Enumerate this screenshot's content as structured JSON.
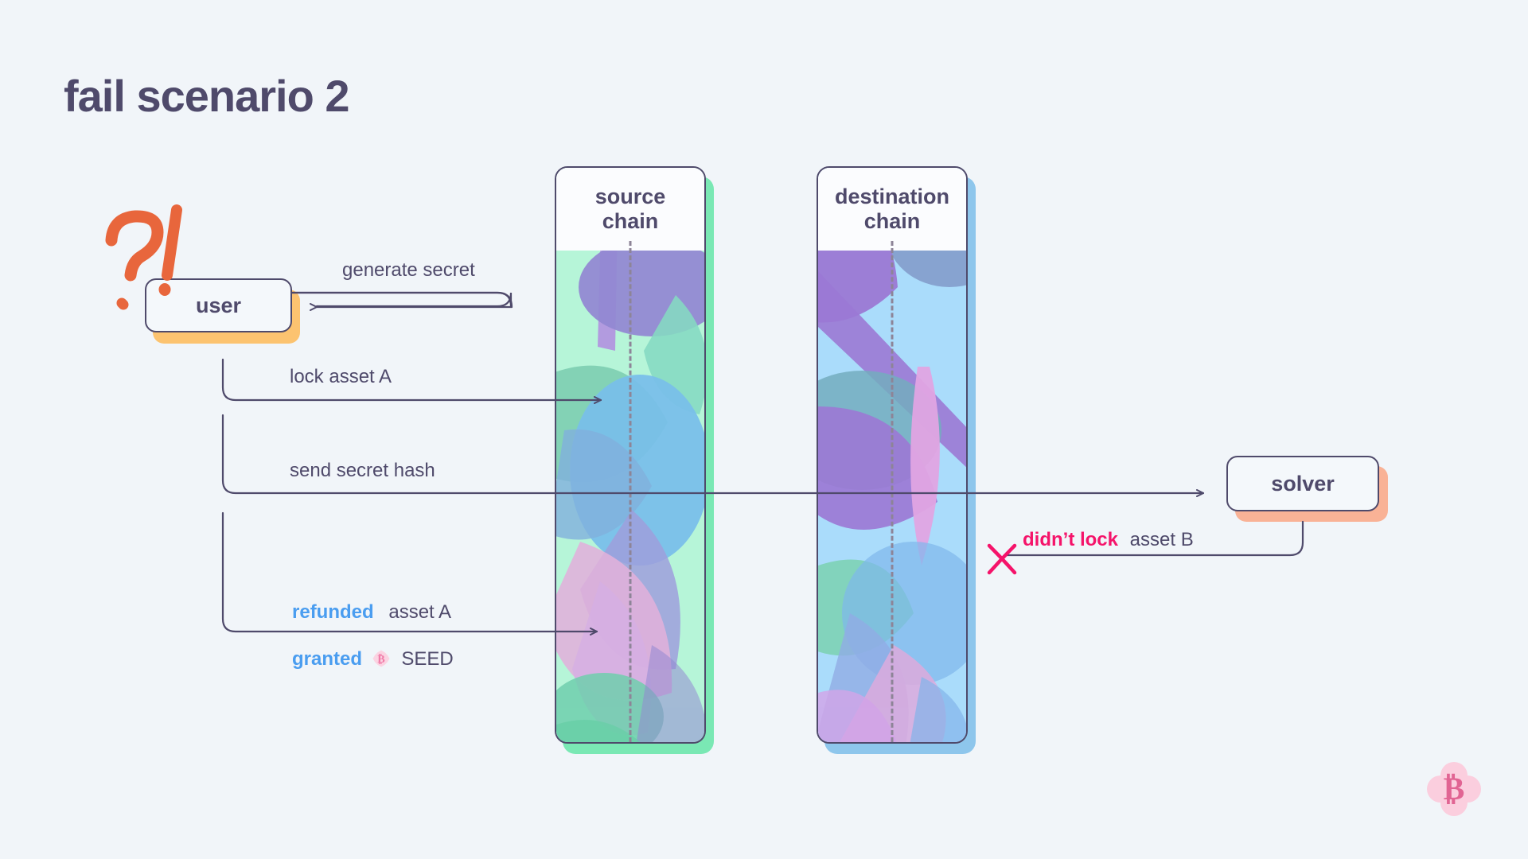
{
  "page": {
    "title": "fail scenario 2",
    "background_color": "#f1f5f9",
    "ink_color": "#4f4a6b"
  },
  "nodes": {
    "user": {
      "label": "user",
      "shadow_color": "#fcc370"
    },
    "solver": {
      "label": "solver",
      "shadow_color": "#f9b296"
    }
  },
  "chains": [
    {
      "name": "source-chain",
      "line1": "source",
      "line2": "chain",
      "shadow_color": "#7ae8b4",
      "art_base": "#b6f5d8"
    },
    {
      "name": "destination-chain",
      "line1": "destination",
      "line2": "chain",
      "shadow_color": "#8ec6ec",
      "art_base": "#aadcfb"
    }
  ],
  "flows": [
    {
      "id": "generate-secret",
      "label": "generate secret",
      "kind": "self-loop"
    },
    {
      "id": "lock-asset-a",
      "label": "lock asset A",
      "kind": "arrow-right"
    },
    {
      "id": "send-secret-hash",
      "label": "send secret hash",
      "kind": "arrow-right-long"
    },
    {
      "id": "refunded-asset-a",
      "prefix": "refunded",
      "prefix_color": "#4a9df0",
      "label": "asset A",
      "kind": "arrow-right"
    },
    {
      "id": "granted-seed",
      "prefix": "granted",
      "prefix_color": "#4a9df0",
      "label": "SEED",
      "icon": "seed-token-icon",
      "kind": "text-only"
    },
    {
      "id": "didnt-lock-asset-b",
      "prefix": "didn’t lock",
      "prefix_color": "#f5136a",
      "label": "asset B",
      "kind": "arrow-left-blocked",
      "mark": "x-mark"
    }
  ],
  "marks": {
    "question_exclaim": "?!",
    "question_exclaim_color": "#e8663c",
    "x_mark": "✕",
    "x_mark_color": "#f5136a"
  },
  "logo": {
    "name": "seed-bitcoin-logo",
    "glyph": "₿",
    "badge_color": "#fbcede",
    "glyph_color": "#e16493"
  }
}
